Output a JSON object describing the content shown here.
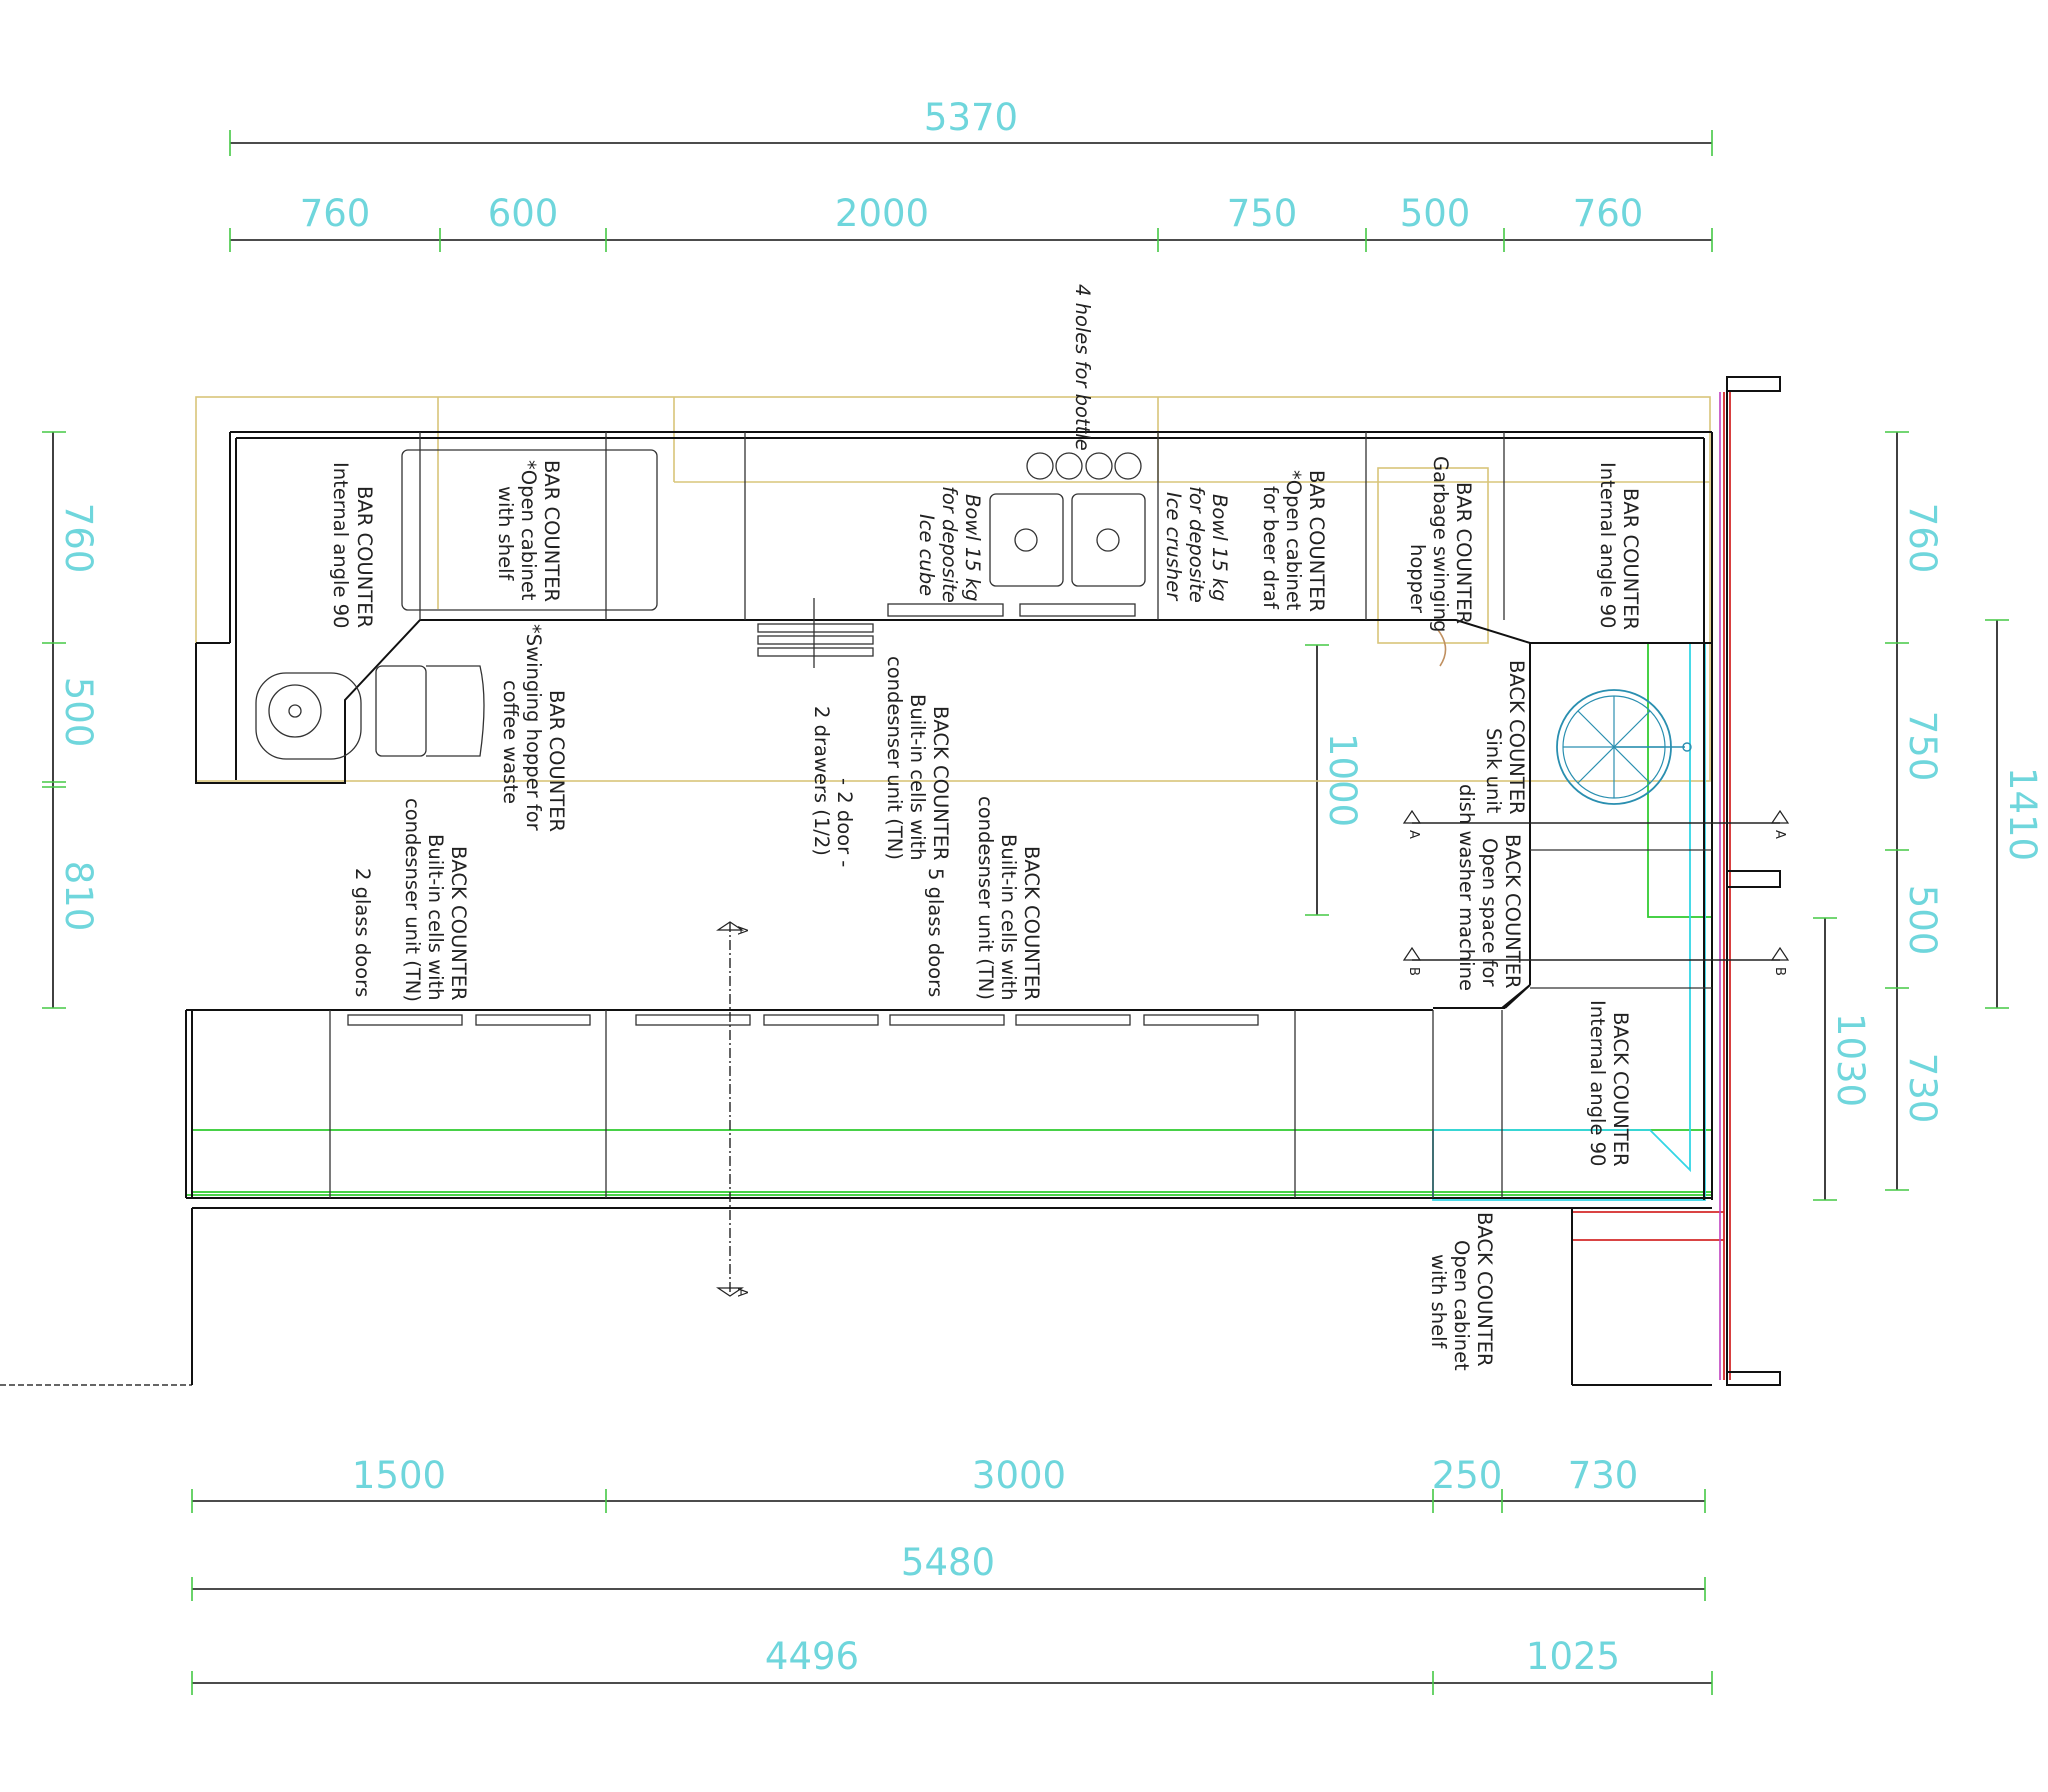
{
  "dimensions": {
    "top_total": "5370",
    "top_segments": [
      "760",
      "600",
      "2000",
      "750",
      "500",
      "760"
    ],
    "left_segments": [
      "760",
      "500",
      "810"
    ],
    "right_segments": [
      "760",
      "750",
      "500",
      "730"
    ],
    "right_total": "1410",
    "right_inner": "1030",
    "center_depth": "1000",
    "bottom_segments": [
      "1500",
      "3000",
      "250",
      "730"
    ],
    "bottom_total": "5480",
    "bottom_split": [
      "4496",
      "1025"
    ]
  },
  "labels": {
    "bar_corner_left": [
      "BAR COUNTER",
      "Internal angle 90"
    ],
    "bar_open_shelf": [
      "BAR COUNTER",
      "*Open cabinet",
      "with shelf"
    ],
    "bar_coffee": [
      "BAR COUNTER",
      "*Swinging hopper for",
      "coffee waste"
    ],
    "bottle_holes": "4 holes for bottle",
    "bowl_ice_cube": [
      "Bowl 15 kg",
      "for deposite",
      "Ice cube"
    ],
    "bowl_ice_crusher": [
      "Bowl 15 kg",
      "for deposite",
      "Ice crusher"
    ],
    "bar_beer": [
      "BAR COUNTER",
      "*Open cabinet",
      "for beer draf"
    ],
    "bar_garbage": [
      "BAR COUNTER",
      "Garbage swinging",
      "hopper"
    ],
    "bar_corner_right": [
      "BAR COUNTER",
      "Internal angle 90"
    ],
    "back_sink": [
      "BACK COUNTER",
      "Sink unit"
    ],
    "back_dishwasher": [
      "BACK COUNTER",
      "Open space for",
      "dish washer machine"
    ],
    "back_2glass": [
      "BACK COUNTER",
      "Built-in cells with",
      "condesnser unit (TN)",
      "2 glass doors"
    ],
    "back_drawers": [
      "BACK COUNTER",
      "Built-in cells with",
      "condesnser unit (TN)",
      "- 2 door -",
      "2 drawers (1/2)"
    ],
    "back_5glass": [
      "BACK COUNTER",
      "Built-in cells with",
      "condesnser unit (TN)",
      "5 glass doors"
    ],
    "back_corner": [
      "BACK COUNTER",
      "Internal angle 90"
    ],
    "back_open_shelf": [
      "BACK COUNTER",
      "Open cabinet",
      "with shelf"
    ],
    "section_a": "A",
    "section_b": "B"
  },
  "colors": {
    "dimension_text": "#6fd6dc",
    "dimension_tick": "#45c845",
    "line": "#111111",
    "outline_yellow": "#d8c57a",
    "outline_green": "#33cc33",
    "outline_cyan": "#33d6e6",
    "outline_red": "#d42a2a",
    "outline_magenta": "#c040c0",
    "sink_blue": "#2a8fb0"
  }
}
